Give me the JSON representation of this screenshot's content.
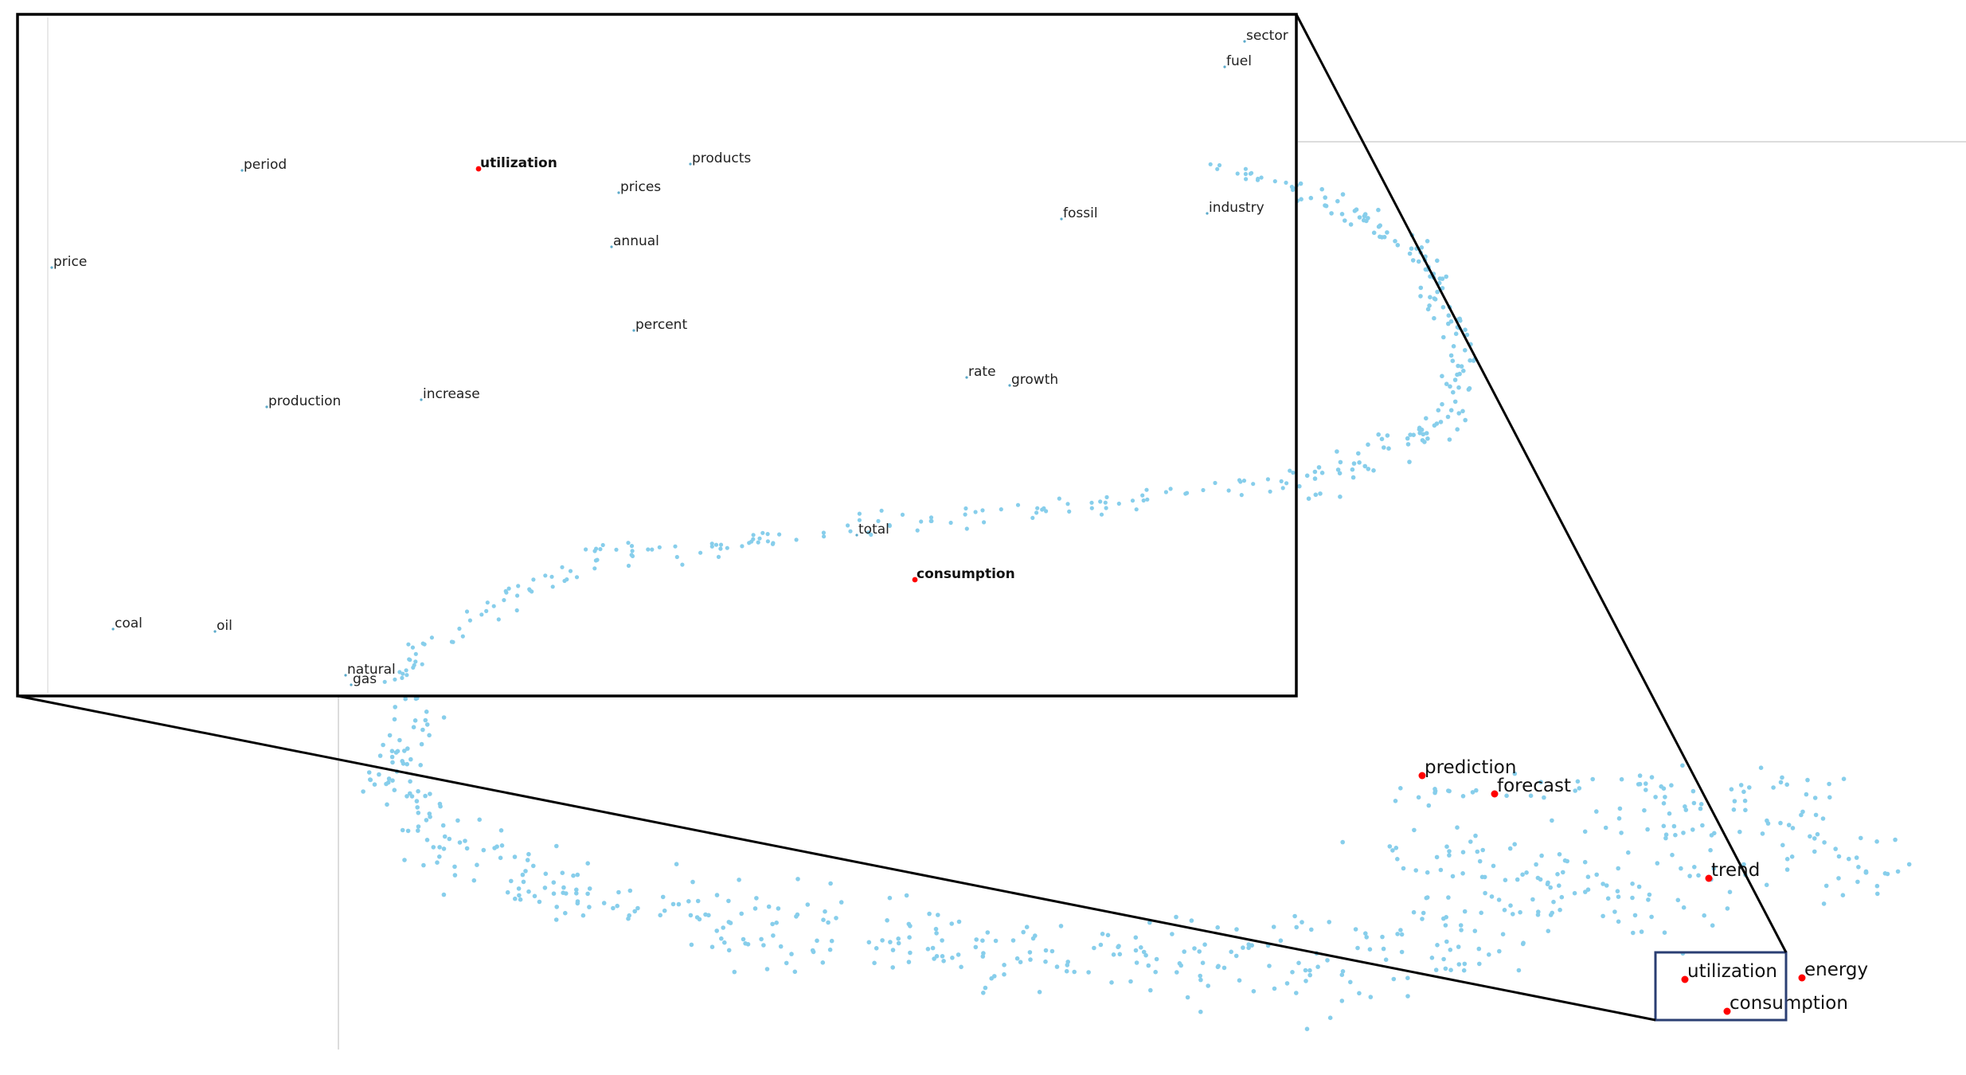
{
  "chart_data": [
    {
      "type": "scatter",
      "view": "main",
      "colors": {
        "points": "#87ceeb",
        "highlight": "#ff0000",
        "zoom_box": "#2b3f73"
      },
      "labeled_points": [
        {
          "label": "prediction",
          "highlight": true
        },
        {
          "label": "forecast",
          "highlight": true
        },
        {
          "label": "trend",
          "highlight": true
        },
        {
          "label": "utilization",
          "highlight": true
        },
        {
          "label": "energy",
          "highlight": true
        },
        {
          "label": "consumption",
          "highlight": true
        }
      ]
    },
    {
      "type": "scatter",
      "view": "inset-zoom",
      "colors": {
        "points": "#87ceeb",
        "highlight": "#ff0000",
        "frame": "#000000"
      },
      "labeled_points": [
        {
          "label": "sector",
          "highlight": false
        },
        {
          "label": "fuel",
          "highlight": false
        },
        {
          "label": "period",
          "highlight": false
        },
        {
          "label": "utilization",
          "highlight": true
        },
        {
          "label": "products",
          "highlight": false
        },
        {
          "label": "prices",
          "highlight": false
        },
        {
          "label": "fossil",
          "highlight": false
        },
        {
          "label": "industry",
          "highlight": false
        },
        {
          "label": "annual",
          "highlight": false
        },
        {
          "label": "price",
          "highlight": false
        },
        {
          "label": "percent",
          "highlight": false
        },
        {
          "label": "rate",
          "highlight": false
        },
        {
          "label": "growth",
          "highlight": false
        },
        {
          "label": "production",
          "highlight": false
        },
        {
          "label": "increase",
          "highlight": false
        },
        {
          "label": "total",
          "highlight": false
        },
        {
          "label": "consumption",
          "highlight": true
        },
        {
          "label": "coal",
          "highlight": false
        },
        {
          "label": "oil",
          "highlight": false
        },
        {
          "label": "natural",
          "highlight": false
        },
        {
          "label": "gas",
          "highlight": false
        }
      ]
    }
  ]
}
